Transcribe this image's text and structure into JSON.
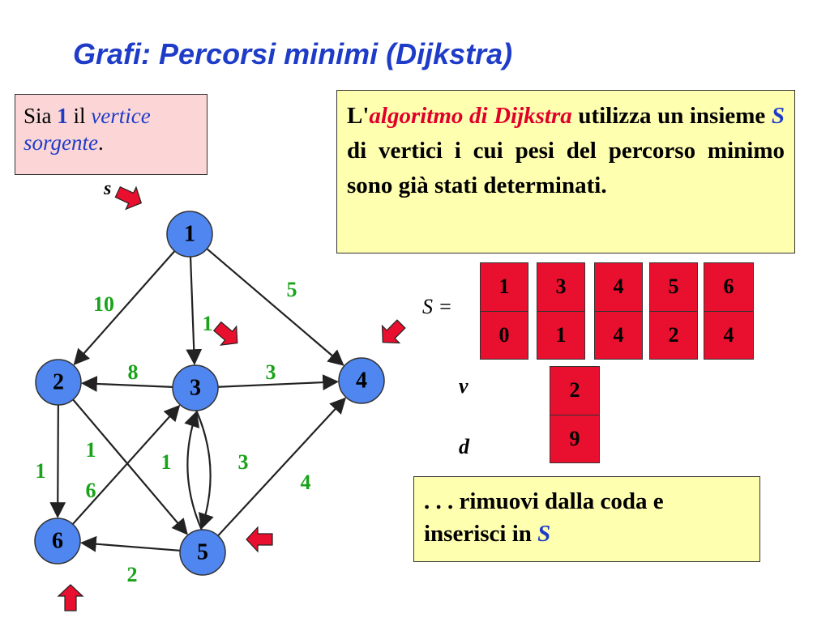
{
  "title": "Grafi: Percorsi minimi (Dijkstra)",
  "source_box": {
    "t1": "Sia ",
    "num": "1",
    "t2": " il ",
    "it1": "vertice",
    "it2": "sorgente",
    "t3": "."
  },
  "algo_box": {
    "t1": "L'",
    "red": "algoritmo di Dijkstra",
    "t2": " utilizza un insieme ",
    "blue": "S",
    "t3": " di vertici i cui pesi del percorso minimo sono già stati determinati."
  },
  "remove_box": {
    "t1": ". . . rimuovi dalla coda e inserisci in ",
    "blue": "S"
  },
  "labels": {
    "s": "s",
    "S_eq": "S =",
    "v": "v",
    "d": "d"
  },
  "s_cards": [
    {
      "v": "1",
      "d": "0"
    },
    {
      "v": "3",
      "d": "1"
    },
    {
      "v": "4",
      "d": "4"
    },
    {
      "v": "5",
      "d": "2"
    },
    {
      "v": "6",
      "d": "4"
    }
  ],
  "queue_card": {
    "v": "2",
    "d": "9"
  },
  "graph": {
    "nodes": [
      {
        "id": "1",
        "label": "1"
      },
      {
        "id": "2",
        "label": "2"
      },
      {
        "id": "3",
        "label": "3"
      },
      {
        "id": "4",
        "label": "4"
      },
      {
        "id": "5",
        "label": "5"
      },
      {
        "id": "6",
        "label": "6"
      }
    ],
    "edges": [
      {
        "from": "1",
        "to": "2",
        "w": "10"
      },
      {
        "from": "1",
        "to": "3",
        "w": "1"
      },
      {
        "from": "1",
        "to": "4",
        "w": "5"
      },
      {
        "from": "3",
        "to": "2",
        "w": "8"
      },
      {
        "from": "3",
        "to": "4",
        "w": "3"
      },
      {
        "from": "2",
        "to": "6",
        "w": "1"
      },
      {
        "from": "2",
        "to": "5",
        "w": "1"
      },
      {
        "from": "6",
        "to": "3",
        "w": "6"
      },
      {
        "from": "3",
        "to": "5",
        "w": "1"
      },
      {
        "from": "5",
        "to": "3",
        "w": "3"
      },
      {
        "from": "5",
        "to": "4",
        "w": "4"
      },
      {
        "from": "5",
        "to": "6",
        "w": "2"
      }
    ]
  },
  "colors": {
    "title": "#1f3cc8",
    "node": "#4f86f0",
    "weight": "#1aa31a",
    "card": "#e8102e",
    "pointer": "#e8102e",
    "yellow_box": "#ffffb0",
    "pink_box": "#fcd6d6"
  }
}
